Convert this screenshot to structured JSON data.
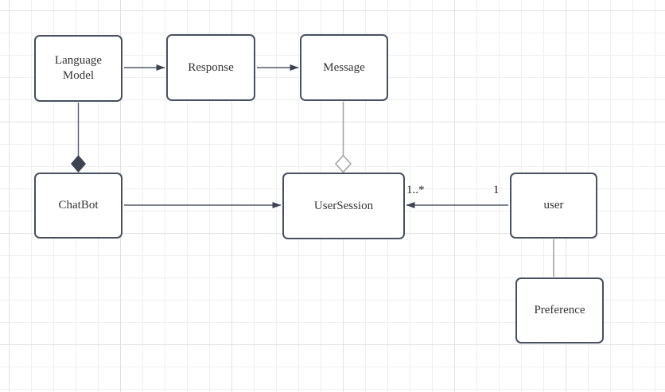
{
  "colors": {
    "background": "#ffffff",
    "grid_minor": "#efefef",
    "grid_major": "#e2e2e2",
    "node_fill": "#ffffff",
    "node_border": "#47505f",
    "node_text": "#333333",
    "edge_dark_line": "#525b69",
    "edge_dark_marker": "#3c4451",
    "edge_gray_line": "#a3a3a3"
  },
  "nodes": [
    {
      "id": "language-model",
      "label": "Language Model"
    },
    {
      "id": "response",
      "label": "Response"
    },
    {
      "id": "message",
      "label": "Message"
    },
    {
      "id": "chatbot",
      "label": "ChatBot"
    },
    {
      "id": "user-session",
      "label": "UserSession"
    },
    {
      "id": "user",
      "label": "user"
    },
    {
      "id": "preference",
      "label": "Preference"
    }
  ],
  "edges": [
    {
      "from": "Language Model",
      "to": "Response",
      "style": "arrow"
    },
    {
      "from": "Response",
      "to": "Message",
      "style": "arrow"
    },
    {
      "from": "Language Model",
      "to": "ChatBot",
      "style": "composition-filled-diamond"
    },
    {
      "from": "Message",
      "to": "UserSession",
      "style": "aggregation-hollow-diamond"
    },
    {
      "from": "ChatBot",
      "to": "UserSession",
      "style": "arrow"
    },
    {
      "from": "user",
      "to": "UserSession",
      "style": "arrow",
      "source_label": "1",
      "target_label": "1..*"
    },
    {
      "from": "user",
      "to": "Preference",
      "style": "plain"
    }
  ]
}
